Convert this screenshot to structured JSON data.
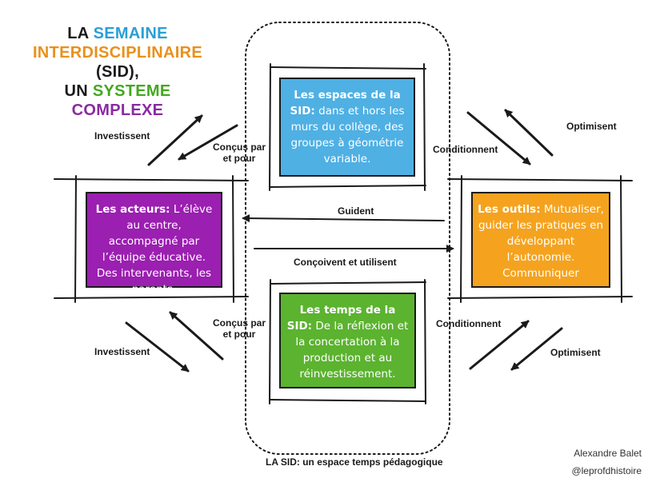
{
  "title": {
    "line1_a": "LA",
    "line1_b": "SEMAINE",
    "line2_a": "INTERDISCIPLINAIRE",
    "line2_b": "(SID),",
    "line3_a": "UN",
    "line3_b": "SYSTEME",
    "line3_c": "COMPLEXE"
  },
  "boxes": {
    "espaces": {
      "heading": "Les espaces de la SID:",
      "body": "dans et hors les murs du collège, des groupes à géométrie variable."
    },
    "acteurs": {
      "heading": "Les acteurs:",
      "body": "L’élève au centre, accompagné par l’équipe éducative. Des intervenants, les parents."
    },
    "outils": {
      "heading": "Les outils:",
      "body": "Mutualiser, guider les pratiques en développant l’autonomie. Communiquer"
    },
    "temps": {
      "heading": "Les temps de la SID:",
      "body": "De la réflexion et la concertation à la production et au réinvestissement."
    }
  },
  "labels": {
    "investissent_top": "Investissent",
    "concus_top_1": "Conçus par",
    "concus_top_2": "et pour",
    "conditionnent_top": "Conditionnent",
    "optimisent_top": "Optimisent",
    "guident": "Guident",
    "concoivent": "Conçoivent et utilisent",
    "concus_bottom_1": "Conçus par",
    "concus_bottom_2": "et pour",
    "investissent_bottom": "Investissent",
    "conditionnent_bottom": "Conditionnent",
    "optimisent_bottom": "Optimisent",
    "footer": "LA SID: un espace temps pédagogique"
  },
  "author": {
    "name": "Alexandre Balet",
    "handle": "@leprofdhistoire"
  },
  "colors": {
    "espaces": "#4fb0e4",
    "acteurs": "#9b1fb0",
    "outils": "#f5a31e",
    "temps": "#5bb32f"
  }
}
